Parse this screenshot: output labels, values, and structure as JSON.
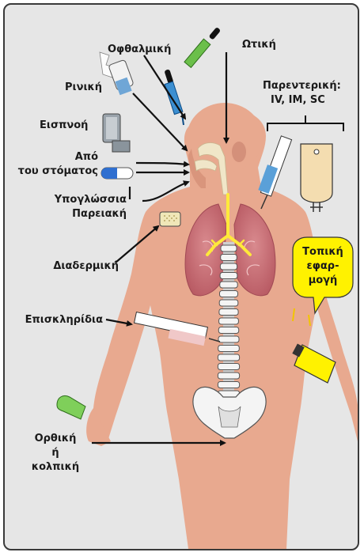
{
  "labels": {
    "ophthalmic": "Οφθαλμική",
    "otic": "Ωτική",
    "nasal": "Ρινική",
    "parenteral_title": "Παρεντερική:",
    "parenteral_types": "IV, IM, SC",
    "inhalation": "Εισπνοή",
    "oral_line1": "Από",
    "oral_line2": "του στόματος",
    "sublingual": "Υπογλώσσια",
    "buccal": "Παρειακή",
    "transdermal": "Διαδερμική",
    "topical_line1": "Τοπική",
    "topical_line2": "εφαρ-",
    "topical_line3": "μογή",
    "epidural": "Επισκληρίδια",
    "rectal_line1": "Ορθική",
    "rectal_line2": "ή",
    "rectal_line3": "κολπική"
  },
  "colors": {
    "background": "#e6e6e6",
    "skin": "#e8a98f",
    "skin_dark": "#d4907a",
    "lungs": "#c96f76",
    "airway": "#f0e6c8",
    "nerve": "#ffe93a",
    "bone": "#f4f4f4",
    "topical_bubble": "#fff200",
    "iv_bag": "#f4ddb0",
    "syringe_fluid": "#5aa0d8",
    "dropper_green": "#6bbf4a",
    "dropper_blue": "#3c8fd1"
  }
}
